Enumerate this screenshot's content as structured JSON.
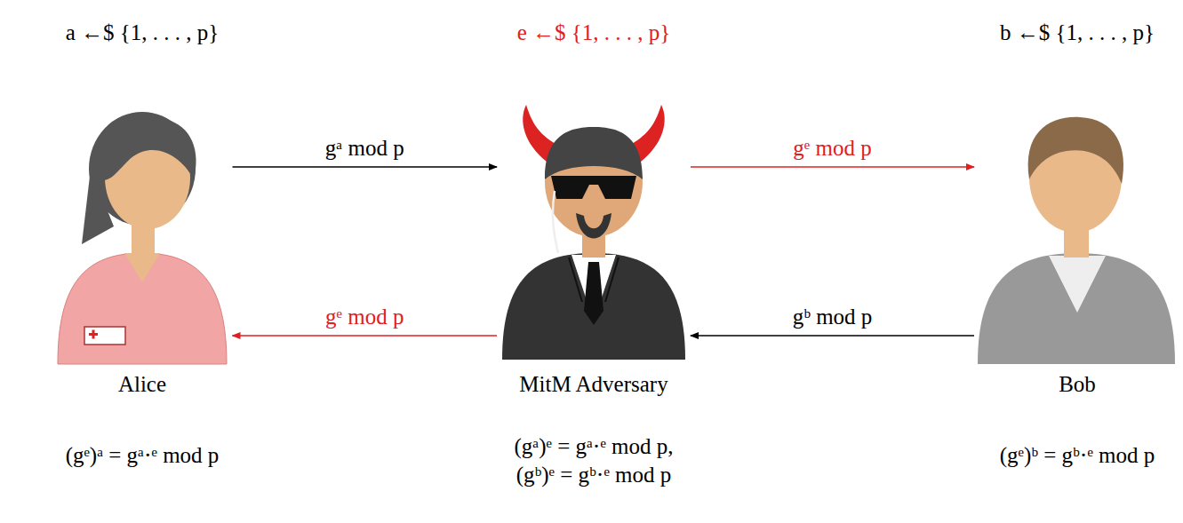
{
  "diagram": {
    "nodes": [
      {
        "text": [
          "Alice"
        ]
      },
      {
        "text": [
          "MitM Adversary"
        ]
      },
      {
        "text": [
          "Bob"
        ]
      }
    ],
    "edges": [
      {
        "from": 0,
        "to": 1,
        "label": "gᵃ  mod p",
        "arrow": "to"
      },
      {
        "from": 1,
        "to": 2,
        "label": "gᵉ  mod p",
        "arrow": "to"
      },
      {
        "from": 2,
        "to": 1,
        "label": "gᵇ  mod p",
        "arrow": "to"
      },
      {
        "from": 1,
        "to": 0,
        "label": "gᵉ  mod p",
        "arrow": "to"
      }
    ],
    "labels": [
      "a ←$ {1, . . . , p}",
      "e ←$ {1, . . . , p}",
      "b ←$ {1, . . . , p}",
      "(gᵉ)ᵃ = gᵃ⋅ᵉ  mod p",
      "(gᵃ)ᵉ = gᵃ⋅ᵉ  mod p,",
      "(gᵇ)ᵉ = gᵇ⋅ᵉ  mod p",
      "(gᵉ)ᵇ = gᵇ⋅ᵉ  mod p"
    ]
  }
}
